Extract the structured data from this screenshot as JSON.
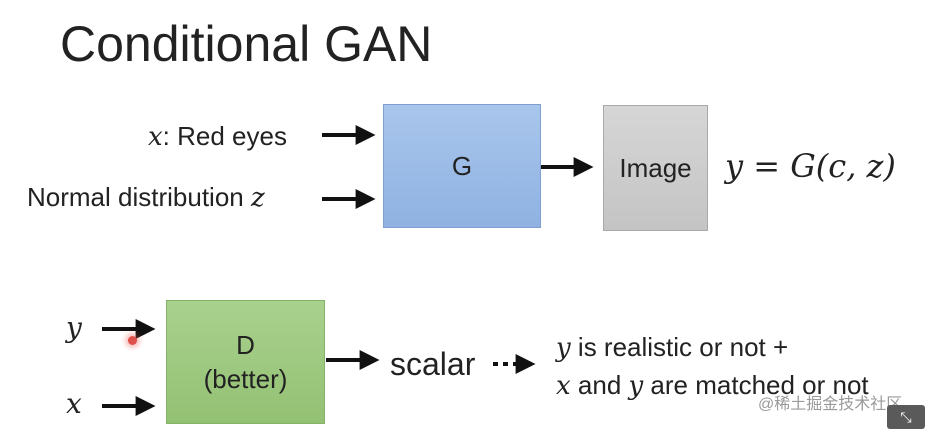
{
  "title": "Conditional GAN",
  "generator": {
    "input_x_var": "x",
    "input_x_text": ": Red eyes",
    "input_z_text": "Normal distribution ",
    "input_z_var": "z",
    "box_label": "G",
    "output_label": "Image",
    "equation": "y = G(c, z)"
  },
  "discriminator": {
    "input_y": "y",
    "input_x": "x",
    "box_line1": "D",
    "box_line2": "(better)",
    "output_label": "scalar",
    "result_line1_var": "y",
    "result_line1_text": " is realistic or not +",
    "result_line2_var1": "x",
    "result_line2_mid": " and ",
    "result_line2_var2": "y",
    "result_line2_text": " are matched or not"
  },
  "watermark": "@稀土掘金技术社区",
  "icons": [
    "arrow-right-icon",
    "dotted-arrow-icon",
    "cursor-dot-icon",
    "fullscreen-icon"
  ]
}
